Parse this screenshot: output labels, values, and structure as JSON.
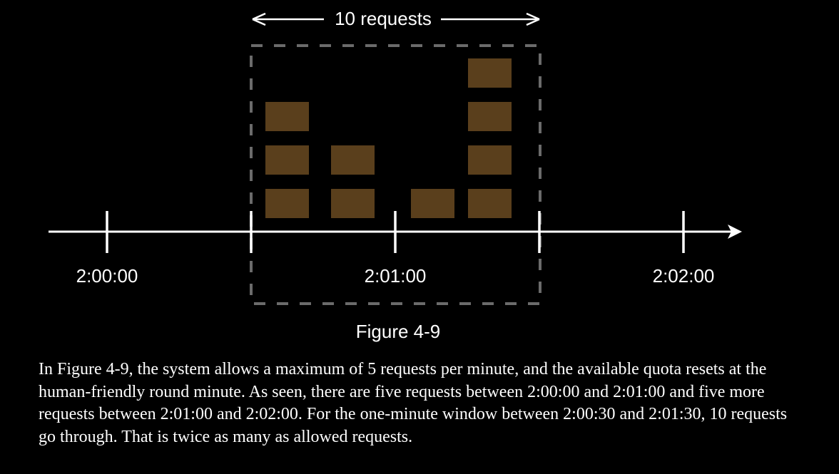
{
  "diagram": {
    "window_label": "10 requests",
    "ticks": [
      {
        "label": "2:00:00"
      },
      {
        "label": ""
      },
      {
        "label": "2:01:00"
      },
      {
        "label": ""
      },
      {
        "label": "2:02:00"
      }
    ],
    "request_stacks": [
      {
        "count": 3
      },
      {
        "count": 2
      },
      {
        "count": 1
      },
      {
        "count": 4
      }
    ],
    "colors": {
      "background": "#000000",
      "line": "#ffffff",
      "request_box": "#5a3f1c",
      "dashed_window": "#6b6b6b"
    }
  },
  "figure": {
    "caption": "Figure 4-9"
  },
  "text": {
    "paragraph": "In Figure 4-9, the system allows a maximum of 5 requests per minute, and the available quota resets at the human-friendly round minute. As seen, there are five requests between 2:00:00 and 2:01:00 and five more requests between 2:01:00 and 2:02:00. For the one-minute window between 2:00:30 and 2:01:30, 10 requests go through. That is twice as many as allowed requests."
  }
}
